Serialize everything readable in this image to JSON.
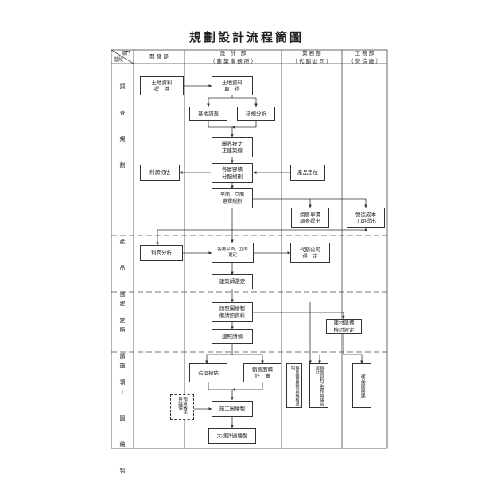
{
  "title": "規劃設計流程簡圖",
  "header": {
    "corner_top": "部門",
    "corner_bottom": "階段",
    "columns": [
      "開 發 部",
      "設　計　部\n（ 建 築 事 務 所 ）",
      "業 務 部\n（ 代 銷 公 司 ）",
      "工 務 部\n（ 營 造 廠 ）"
    ]
  },
  "stages": [
    "調 查 規 劃",
    "產 品 選 定",
    "建 照 請 領",
    "施 工 圖 繪 製"
  ],
  "nodes": {
    "land_data": "土地資料\n提　供",
    "land_acquire": "土地資料\n取　得",
    "site_survey": "基地調查",
    "regulation": "法規分析",
    "boundary": "圖界複丈\n定建築線",
    "floor_area": "各層容積\n分配規劃",
    "product_position": "產品定位",
    "profit_initial": "利潤初估",
    "plan_selection": "平面、立面\n選擇規劃",
    "sales_price": "銷售單價\n調查提出",
    "cost_schedule": "營造成本\n工期提出",
    "profit_analysis": "利潤分析",
    "plan_decide": "各層平面、立面\n選定",
    "agency_select": "代銷公司\n選　定",
    "architect_select": "建築師選定",
    "permit_drawing": "請照圖繪製\n備請照資料",
    "material_design": "建材設備\n檢討設定",
    "permit_apply": "建照請領",
    "cost_estimate": "造價初估",
    "sales_area": "銷售面積\n計　算",
    "sale_drawings": "銷售圖面提供與規格說明",
    "sale_materials": "銷售資料之製作與庸告設計",
    "sample_house": "樣品屋興建",
    "budget_review": "預算審核與議價",
    "construction_drawing": "施工圖繪製",
    "detail_drawing": "大樣詳圖繪製"
  }
}
